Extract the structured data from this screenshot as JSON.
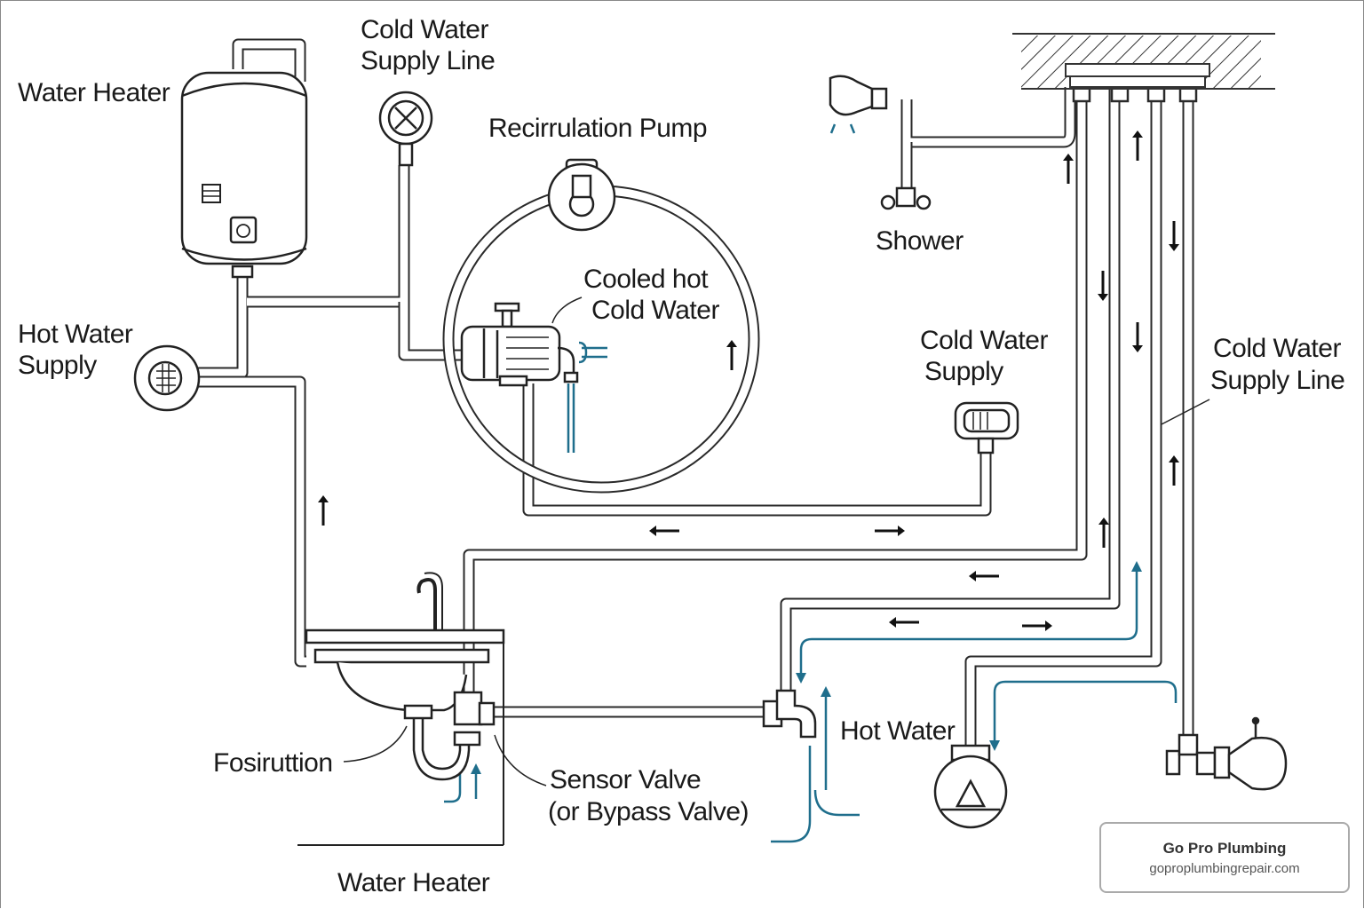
{
  "labels": {
    "water_heater_top": "Water Heater",
    "cold_supply_line_top_1": "Cold Water",
    "cold_supply_line_top_2": "Supply Line",
    "recirc_pump": "Recirrulation Pump",
    "cooled_1": "Cooled hot",
    "cooled_2": "Cold Water",
    "hot_supply_1": "Hot Water",
    "hot_supply_2": "Supply",
    "shower": "Shower",
    "cold_supply_1": "Cold Water",
    "cold_supply_2": "Supply",
    "cold_supply_line_right_1": "Cold Water",
    "cold_supply_line_right_2": "Supply Line",
    "fosiruttion": "Fosiruttion",
    "sensor_valve_1": "Sensor Valve",
    "sensor_valve_2": "(or Bypass Valve)",
    "hot_water": "Hot Water",
    "water_heater_bottom": "Water Heater"
  },
  "badge": {
    "title": "Go Pro Plumbing",
    "url": "goproplumbingrepair.com"
  },
  "colors": {
    "pipe": "#2a2a2a",
    "flow_blue": "#1f6e8c"
  }
}
